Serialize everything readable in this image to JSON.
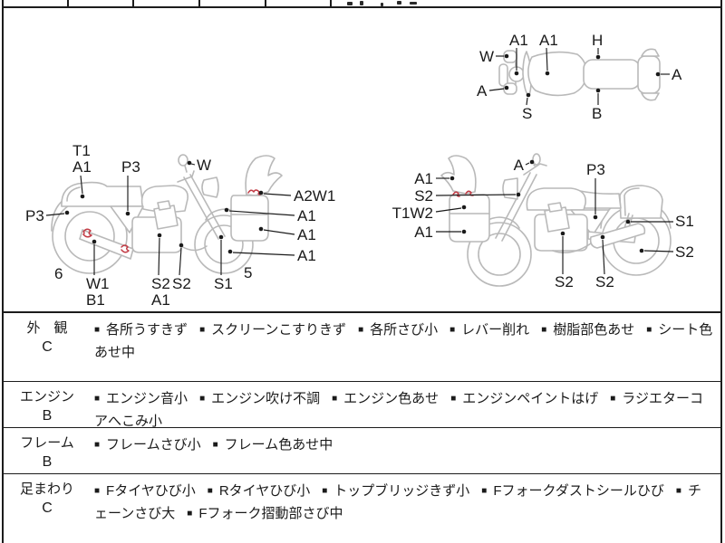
{
  "ui": {
    "bullet": "■"
  },
  "colors": {
    "outline_gray": "#b9b9b9",
    "ink": "#1a1a1a",
    "damage_red": "#c23b45"
  },
  "top_view": {
    "labels": [
      "W",
      "A1",
      "A1",
      "H",
      "A",
      "A",
      "S",
      "B"
    ]
  },
  "left_bike": {
    "labels": [
      "T1",
      "A1",
      "P3",
      "W",
      "P3",
      "A2W1",
      "A1",
      "A1",
      "A1",
      "6",
      "W1",
      "B1",
      "S2",
      "S2",
      "A1",
      "S1",
      "5"
    ]
  },
  "right_bike": {
    "labels": [
      "A1",
      "S2",
      "T1W2",
      "A1",
      "A",
      "P3",
      "S1",
      "S2",
      "S2",
      "S2"
    ]
  },
  "table": {
    "rows": [
      {
        "category": "外　観",
        "grade": "C",
        "items": [
          "各所うすきず",
          "スクリーンこすりきず",
          "各所さび小",
          "レバー削れ",
          "樹脂部色あせ",
          "シート色あせ中"
        ]
      },
      {
        "category": "エンジン",
        "grade": "B",
        "items": [
          "エンジン音小",
          "エンジン吹け不調",
          "エンジン色あせ",
          "エンジンペイントはげ",
          "ラジエターコアへこみ小"
        ]
      },
      {
        "category": "フレーム",
        "grade": "B",
        "items": [
          "フレームさび小",
          "フレーム色あせ中"
        ]
      },
      {
        "category": "足まわり",
        "grade": "C",
        "items": [
          "Fタイヤひび小",
          "Rタイヤひび小",
          "トップブリッジきず小",
          "Fフォークダストシールひび",
          "チェーンさび大",
          "Fフォーク摺動部さび中"
        ]
      }
    ]
  }
}
